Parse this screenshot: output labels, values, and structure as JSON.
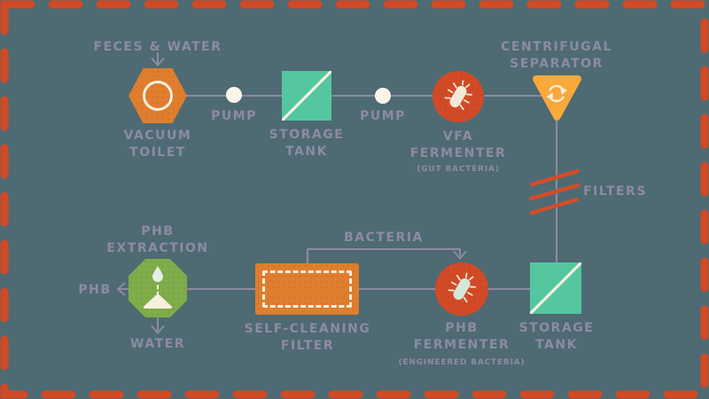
{
  "figure_type": "process-flow-diagram",
  "palette": {
    "background": "#4e6a72",
    "border_dash": "#d14a26",
    "connector": "#8d8ba4",
    "label_text": "#8d8ba4",
    "shape_orange": "#e07e2e",
    "shape_red": "#d34b26",
    "shape_teal": "#54c7a0",
    "shape_yellow": "#f9a83a",
    "shape_green": "#7fad4a",
    "cream": "#f7efdf"
  },
  "nodes": {
    "feces_water_input": {
      "label": "FECES & WATER"
    },
    "vacuum_toilet": {
      "label": "VACUUM\nTOILET",
      "icon": "toilet-ring-icon"
    },
    "pump_1": {
      "label": "PUMP",
      "icon": "pump-dot-icon"
    },
    "storage_tank_top": {
      "label": "STORAGE\nTANK",
      "icon": "tank-diagonal-icon"
    },
    "pump_2": {
      "label": "PUMP",
      "icon": "pump-dot-icon"
    },
    "vfa_fermenter": {
      "label": "VFA\nFERMENTER",
      "sublabel": "(GUT BACTERIA)",
      "icon": "bacteria-icon"
    },
    "centrifugal_separator": {
      "label": "CENTRIFUGAL\nSEPARATOR",
      "icon": "recycle-arrows-icon"
    },
    "filters": {
      "label": "FILTERS",
      "icon": "hatch-lines-icon"
    },
    "storage_tank_bottom": {
      "label": "STORAGE\nTANK",
      "icon": "tank-diagonal-icon"
    },
    "phb_fermenter": {
      "label": "PHB\nFERMENTER",
      "sublabel": "(ENGINEERED BACTERIA)",
      "icon": "bacteria-icon"
    },
    "self_cleaning_filter": {
      "label": "SELF-CLEANING\nFILTER"
    },
    "bacteria_recycle": {
      "label": "BACTERIA"
    },
    "phb_extraction": {
      "label": "PHB\nEXTRACTION",
      "icon": "droplet-funnel-icon"
    },
    "phb_output": {
      "label": "PHB"
    },
    "water_output": {
      "label": "WATER"
    }
  }
}
